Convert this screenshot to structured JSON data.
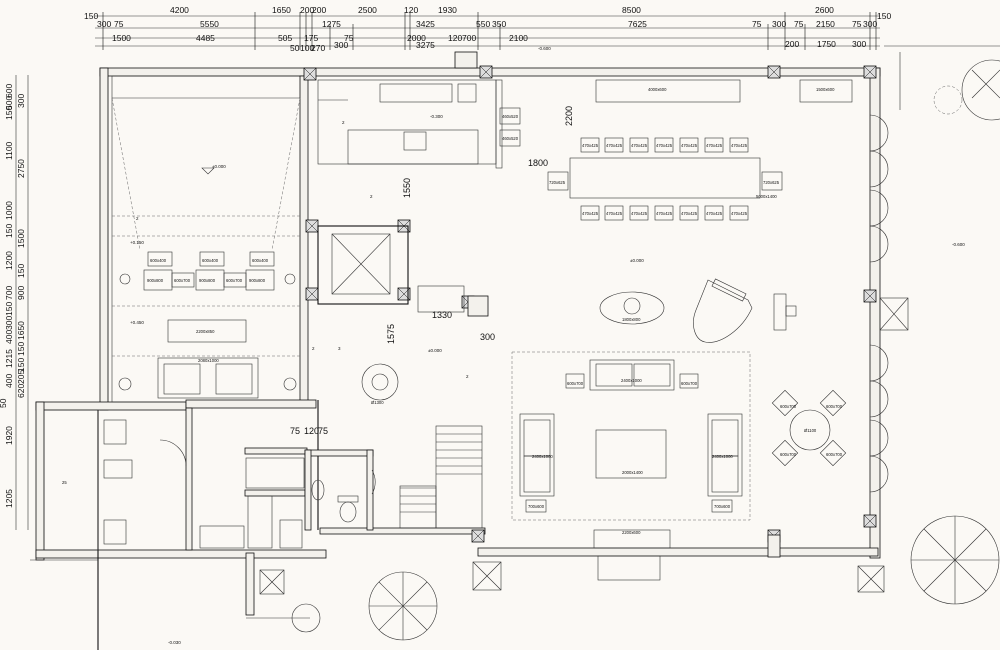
{
  "dimensions": {
    "top_row1": [
      "150",
      "4200",
      "1650",
      "200",
      "200",
      "2500",
      "120",
      "1930",
      "8500",
      "2600",
      "150"
    ],
    "top_row2": [
      "300",
      "75",
      "5550",
      "1275",
      "3425",
      "550",
      "350",
      "7625",
      "75",
      "300",
      "75",
      "2150",
      "75",
      "300"
    ],
    "top_row3": [
      "1500",
      "4485",
      "505",
      "175",
      "75",
      "2000",
      "120",
      "700",
      "2100"
    ],
    "top_row4": [
      "50",
      "100",
      "270",
      "300",
      "3275",
      "200",
      "1750",
      "300"
    ],
    "left": [
      "600",
      "500",
      "150",
      "1100",
      "300",
      "2750",
      "1000",
      "150",
      "1500",
      "1200",
      "150",
      "900",
      "700",
      "150",
      "1650",
      "300",
      "400",
      "1215",
      "150",
      "150",
      "205",
      "400",
      "620",
      "50",
      "1920",
      "1205"
    ],
    "interior": [
      "2200",
      "1800",
      "1550",
      "1330",
      "1575",
      "300",
      "75",
      "120",
      "75",
      "25"
    ]
  },
  "levels": {
    "l1": "±0.000",
    "l2": "-0.600",
    "l3": "-0.300",
    "l4": "+0.150",
    "l5": "+0.450",
    "l6": "±0.000",
    "l7": "-0.600",
    "l8": "±0.000",
    "l9": "-0.030"
  },
  "furniture": {
    "f1": "600x400",
    "f2": "600x400",
    "f3": "600x400",
    "f4": "900x800",
    "f5": "900x800",
    "f6": "900x800",
    "f7": "600x700",
    "f8": "600x700",
    "f9": "2200x850",
    "f10": "2080x1000",
    "f11": "460x520",
    "f12": "460x520",
    "f13": "4000x600",
    "f14": "1500x600",
    "f15": "470x425",
    "f16": "720x625",
    "f17": "720x625",
    "f18": "5000x1400",
    "f19": "1800x800",
    "f20": "2400x1000",
    "f21": "600x700",
    "f22": "600x700",
    "f23": "2400x1000",
    "f24": "2400x1000",
    "f25": "2000x1400",
    "f26": "700x600",
    "f27": "700x600",
    "f28": "2200x600",
    "f29": "Ø1100",
    "f30": "600x700",
    "f31": "600x700",
    "f32": "600x700",
    "f33": "600x700",
    "f34": "Ø1300"
  },
  "room_numbers": [
    "2",
    "2",
    "2",
    "2",
    "3",
    "2"
  ]
}
